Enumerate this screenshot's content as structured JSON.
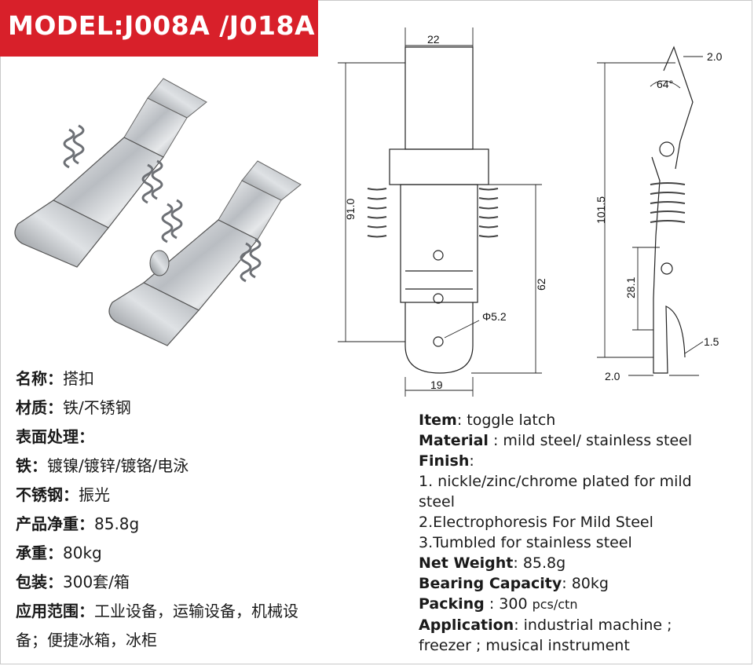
{
  "title": "MODEL:J008A /J018A",
  "drawing": {
    "front": {
      "top_width": "22",
      "height": "91.0",
      "lower_height": "62",
      "hole": "Φ5.2",
      "bottom_width": "19"
    },
    "side": {
      "thickness_top": "2.0",
      "angle": "64°",
      "height": "101.5",
      "pitch": "28.1",
      "tip": "1.5",
      "base": "2.0"
    }
  },
  "cn": {
    "name_label": "名称：",
    "name_value": "搭扣",
    "material_label": "材质：",
    "material_value": "铁/不锈钢",
    "surface_label": "表面处理：",
    "iron_label": "铁：",
    "iron_value": "镀镍/镀锌/镀铬/电泳",
    "stainless_label": "不锈钢：",
    "stainless_value": "振光",
    "weight_label": "产品净重：",
    "weight_value": "85.8g",
    "load_label": "承重：",
    "load_value": "80kg",
    "packing_label": "包装：",
    "packing_value": "300套/箱",
    "application_label": "应用范围：",
    "application_value_1": "工业设备，运输设备，机械设",
    "application_value_2": "备；便捷冰箱，冰柜"
  },
  "en": {
    "item_label": "Item",
    "item_value": ": toggle latch",
    "material_label": "Material",
    "material_value": " : mild steel/ stainless steel",
    "finish_label": "Finish",
    "finish_value": ":",
    "finish_1a": "1. nickle/zinc/chrome plated for mild",
    "finish_1b": "steel",
    "finish_2": "2.Electrophoresis For Mild Steel",
    "finish_3": "3.Tumbled for stainless steel",
    "weight_label": "Net Weight",
    "weight_value": ": 85.8g",
    "bearing_label": "Bearing Capacity",
    "bearing_value": ": 80kg",
    "packing_label": "Packing",
    "packing_value": " : 300 ",
    "packing_unit": "pcs/ctn",
    "application_label": "Application",
    "application_value": ": industrial machine ;",
    "application_value_2": "freezer ; musical instrument"
  }
}
